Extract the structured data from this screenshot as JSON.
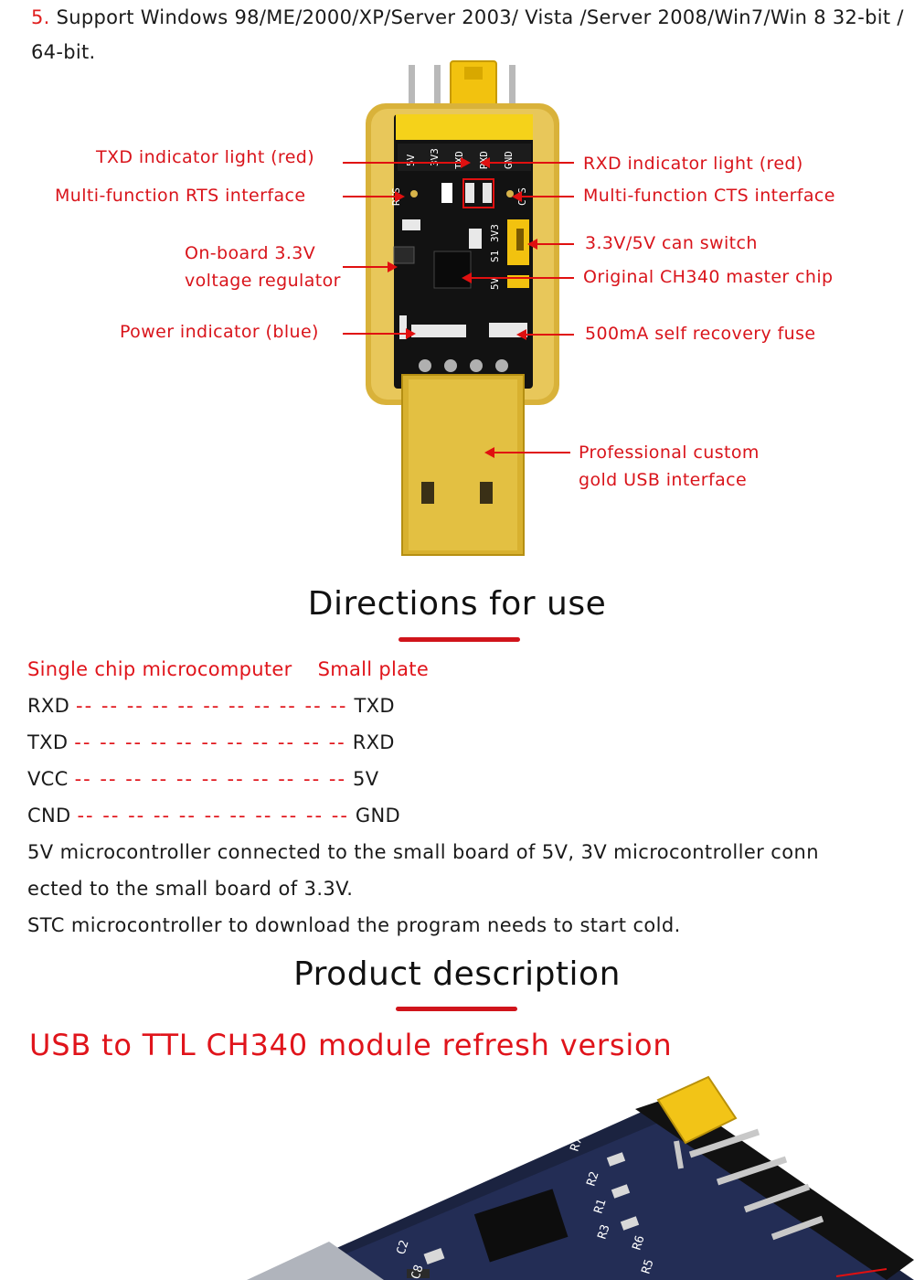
{
  "support": {
    "number": "5.",
    "text": " Support Windows 98/ME/2000/XP/Server 2003/ Vista /Server 2008/Win7/Win 8 32-bit / 64-bit."
  },
  "board": {
    "pin_labels": [
      "5V",
      "3V3",
      "TXD",
      "RXD",
      "GND"
    ],
    "side_labels": [
      "RTS",
      "CTS",
      "3V3",
      "S1",
      "5V"
    ]
  },
  "callouts": {
    "txd_light": "TXD indicator light (red)",
    "rts": "Multi-function RTS interface",
    "regulator_1": "On-board 3.3V",
    "regulator_2": "voltage regulator",
    "power_light": "Power indicator (blue)",
    "rxd_light": "RXD indicator light (red)",
    "cts": "Multi-function CTS interface",
    "switch": "3.3V/5V can switch",
    "chip": "Original CH340 master chip",
    "fuse": "500mA self recovery fuse",
    "usb_1": "Professional custom",
    "usb_2": "gold USB interface"
  },
  "directions": {
    "heading": "Directions for use",
    "col_left": "Single chip microcomputer",
    "col_right": "Small plate",
    "dashes": "-- -- -- -- -- -- -- -- -- -- --",
    "rows": [
      {
        "left": "RXD",
        "right": "TXD"
      },
      {
        "left": "TXD",
        "right": "RXD"
      },
      {
        "left": "VCC",
        "right": "5V"
      },
      {
        "left": "CND",
        "right": "GND"
      }
    ],
    "note_1": "5V microcontroller connected to the small board of 5V, 3V microcontroller conn",
    "note_2": "ected to the small board of 3.3V.",
    "note_3": "STC microcontroller to download the program needs to start cold."
  },
  "product": {
    "heading": "Product description",
    "subtitle": "USB to TTL CH340 module refresh version",
    "board_labels": [
      "R7",
      "R2",
      "R1",
      "C2",
      "C8",
      "R3",
      "R6",
      "R5"
    ]
  }
}
